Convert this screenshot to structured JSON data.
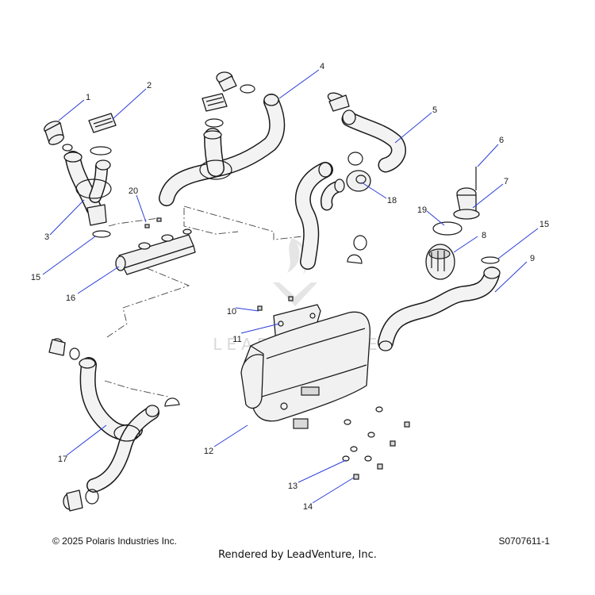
{
  "diagram": {
    "callouts": [
      "1",
      "2",
      "3",
      "4",
      "5",
      "6",
      "7",
      "8",
      "9",
      "10",
      "11",
      "12",
      "13",
      "14",
      "15",
      "15",
      "16",
      "17",
      "18",
      "19",
      "20"
    ],
    "watermark_text": "LEADVENTURE",
    "leader_color": "#2a3dd8"
  },
  "footer": {
    "copyright": "© 2025 Polaris Industries Inc.",
    "drawing_number": "S0707611-1",
    "rendered_by": "Rendered by LeadVenture, Inc."
  }
}
